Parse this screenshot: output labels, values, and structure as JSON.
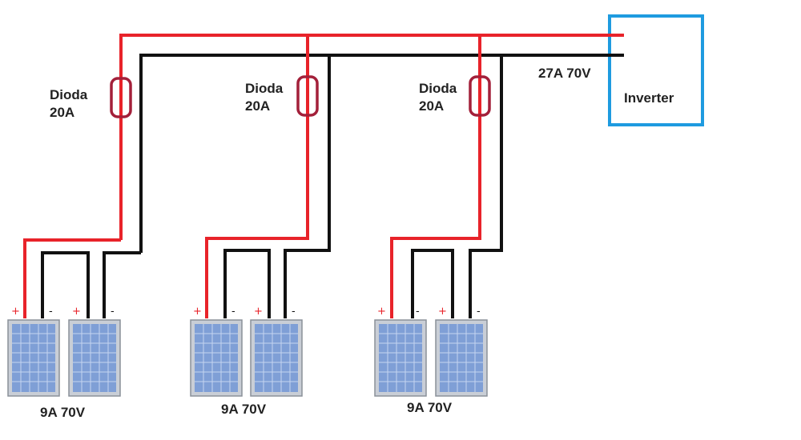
{
  "inverter": {
    "label": "Inverter",
    "color": "#1e9be0"
  },
  "output_label": "27A 70V",
  "diodes": [
    {
      "line1": "Dioda",
      "line2": "20A"
    },
    {
      "line1": "Dioda",
      "line2": "20A"
    },
    {
      "line1": "Dioda",
      "line2": "20A"
    }
  ],
  "strings": [
    {
      "label": "9A 70V",
      "panels": [
        {
          "plus": "+",
          "minus": "-"
        },
        {
          "plus": "+",
          "minus": "-"
        }
      ]
    },
    {
      "label": "9A 70V",
      "panels": [
        {
          "plus": "+",
          "minus": "-"
        },
        {
          "plus": "+",
          "minus": "-"
        }
      ]
    },
    {
      "label": "9A 70V",
      "panels": [
        {
          "plus": "+",
          "minus": "-"
        },
        {
          "plus": "+",
          "minus": "-"
        }
      ]
    }
  ],
  "colors": {
    "positive_wire": "#e8232a",
    "negative_wire": "#111111",
    "diode": "#a3203a",
    "panel_cells": "#7f9fd6",
    "plus_sign": "#e8232a",
    "minus_sign": "#111111"
  }
}
